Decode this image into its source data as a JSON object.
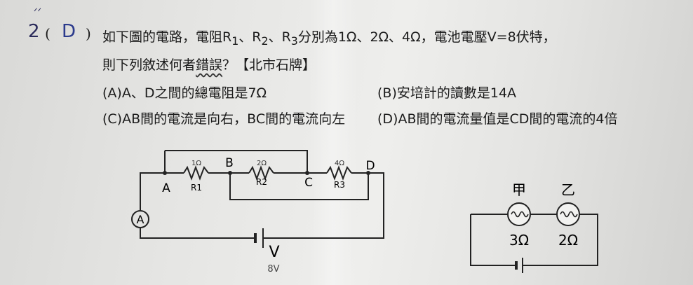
{
  "question": {
    "number": "2",
    "answer": "D",
    "open_paren": "(",
    "close_paren": ")",
    "line1_pre": "如下圖的電路，電阻R",
    "sub1": "1",
    "sep1": "、R",
    "sub2": "2",
    "sep2": "、R",
    "sub3": "3",
    "line1_post": "分別為1Ω、2Ω、4Ω，電池電壓V=8伏特，",
    "line2_pre": "則下列敘述何者",
    "line2_emph": "錯誤",
    "line2_post": "？【北市石牌】"
  },
  "options": {
    "a": "(A)A、D之間的總電阻是7Ω",
    "b": "(B)安培計的讀數是14A",
    "c": "(C)AB間的電流是向右，BC間的電流向左",
    "d": "(D)AB間的電流量值是CD間的電流的4倍"
  },
  "circuit1": {
    "node_a": "A",
    "node_b": "B",
    "node_c": "C",
    "node_d": "D",
    "r1_label": "R1",
    "r2_label": "R2",
    "r3_label": "R3",
    "r1_note": "1Ω",
    "r2_note": "2Ω",
    "r3_note": "4Ω",
    "ammeter": "A",
    "battery": "V",
    "battery_note": "8V"
  },
  "circuit2": {
    "bulb1_name": "甲",
    "bulb2_name": "乙",
    "bulb1_res": "3Ω",
    "bulb2_res": "2Ω"
  }
}
